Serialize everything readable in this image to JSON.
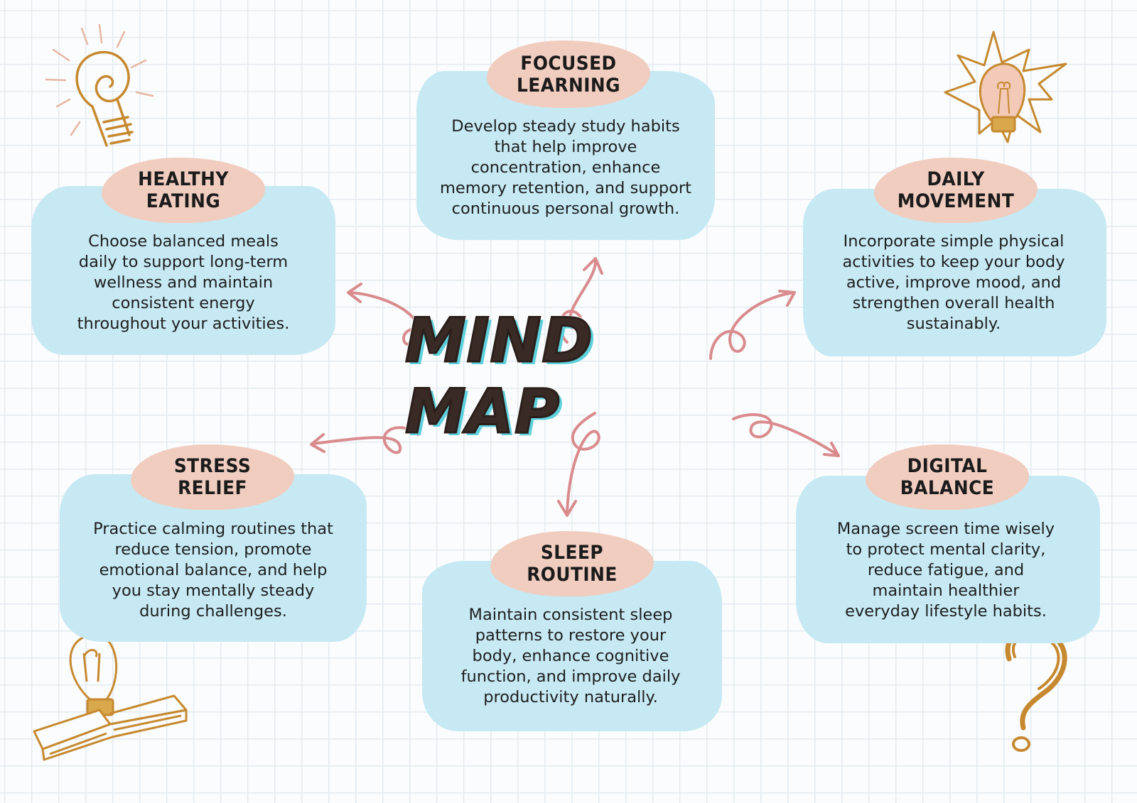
{
  "title": "MIND MAP",
  "colors": {
    "node_fill": "#c6e9f4",
    "label_fill": "#f1cdc0",
    "arrow": "#d98b8d",
    "doodle": "#c6892f",
    "title_shadow": "#5fd1dd"
  },
  "nodes": [
    {
      "id": "focused-learning",
      "label": "FOCUSED\nLEARNING",
      "description": "Develop steady study habits\nthat help improve\nconcentration, enhance\nmemory retention, and support\ncontinuous personal growth."
    },
    {
      "id": "healthy-eating",
      "label": "HEALTHY\nEATING",
      "description": "Choose balanced meals\ndaily to support long-term\nwellness and maintain\nconsistent energy\nthroughout your activities."
    },
    {
      "id": "daily-movement",
      "label": "DAILY\nMOVEMENT",
      "description": "Incorporate simple physical\nactivities to keep your body\nactive, improve mood, and\nstrengthen overall health\nsustainably."
    },
    {
      "id": "stress-relief",
      "label": "STRESS\nRELIEF",
      "description": "Practice calming routines that\nreduce tension, promote\nemotional balance, and help\nyou stay mentally steady\nduring challenges."
    },
    {
      "id": "sleep-routine",
      "label": "SLEEP\nROUTINE",
      "description": "Maintain consistent sleep\npatterns to restore your\nbody, enhance cognitive\nfunction, and improve daily\nproductivity naturally."
    },
    {
      "id": "digital-balance",
      "label": "DIGITAL\nBALANCE",
      "description": "Manage screen time wisely\nto protect mental clarity,\nreduce fatigue, and\nmaintain healthier\neveryday lifestyle habits."
    }
  ],
  "decorations": [
    "lightbulb-swirl-icon",
    "lightbulb-burst-icon",
    "lightbulb-book-icon",
    "question-mark-icon"
  ]
}
